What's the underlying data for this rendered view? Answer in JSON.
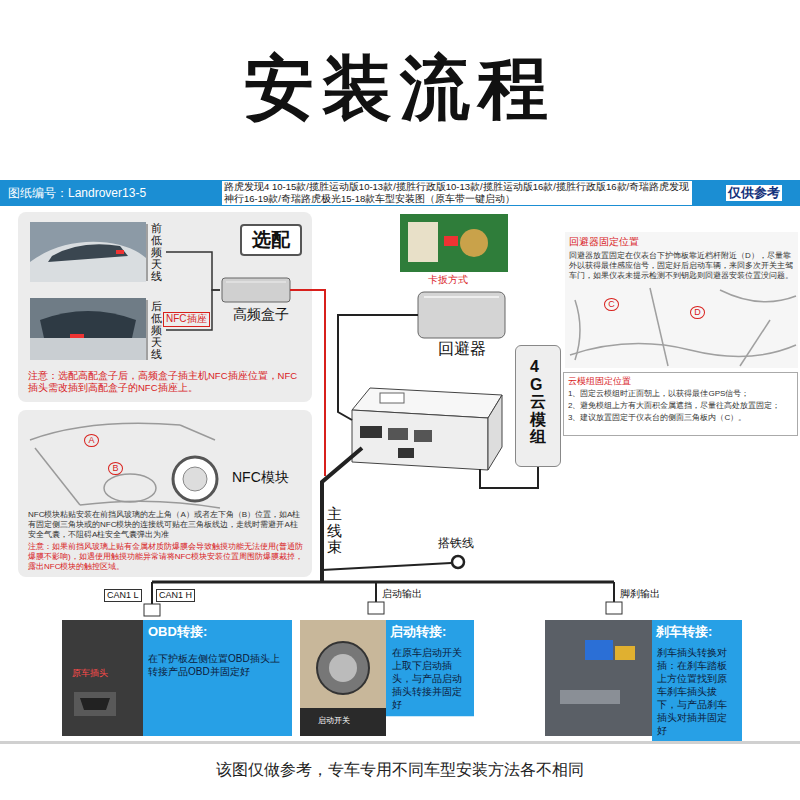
{
  "diagram": {
    "title": "安装流程",
    "caption": "该图仅做参考，专车专用不同车型安装方法各不相同",
    "nodes": [
      {
        "text": [
          "图纸编号：Landrover13-5",
          "路虎发现4 10-15款/揽胜运动版10-13款/揽胜行政版10-13款/揽胜运动版16款/揽胜行政版16款/奇瑞路虎发现神行16-19款/奇瑞路虎极光15-18款车型安装图（原车带一键启动）",
          "仅供参考"
        ]
      },
      {
        "text": [
          "注意：选配高配盒子后，高频盒子插主机NFC插座位置，NFC插头需改插到高配盒子的NFC插座上。"
        ]
      },
      {
        "text": [
          "选配"
        ],
        "in": 1
      },
      {
        "text": [
          "高频盒子"
        ],
        "in": 1
      },
      {
        "text": [
          "前低频天线"
        ],
        "in": 1
      },
      {
        "text": [
          "后低频天线"
        ],
        "in": 1
      },
      {
        "text": [
          "卡扳方式"
        ]
      },
      {
        "text": [
          "回避器"
        ]
      },
      {
        "text": [
          "回避器固定位置",
          "回避器放置固定在仪表台下护饰板靠近档杆附近（D），尽量靠外以获得最佳感应信号，固定好后启动车辆，来回多次开关主驾车门，如果仪表未提示检测不到钥匙则回避器安装位置没问题。"
        ]
      },
      {
        "text": [
          "4G云模组"
        ]
      },
      {
        "text": [
          "云模组固定位置",
          "1、固定云模组时正面朝上，以获得最佳GPS信号；",
          "2、避免模组上方有大面积金属遮挡，尽量往高处放置固定；",
          "3、建议放置固定于仪表台的侧面三角板内（C）。"
        ]
      },
      {
        "text": [
          "NFC模块粘贴安装在前挡风玻璃的左上角（A）或者左下角（B）位置，如A柱有固定侧三角块或的NFC模块的连接线可贴在三角板线边，走线时需避开A柱安全气囊，不阻碍A柱安全气囊弹出为准",
          "注意：如果前挡风玻璃上贴有金属材质防爆膜会导致触摸功能无法使用(普通防爆膜不影响)，如遇使用触摸功能异常请将NFC模块安装位置周围防爆膜裁掉，露出NFC模块的触控区域。"
        ]
      },
      {
        "text": [
          "NFC模块"
        ],
        "in": 11
      },
      {
        "text": [
          "OBD转接:",
          "在下护板左侧位置OBD插头上转接产品OBD并固定好"
        ]
      },
      {
        "text": [
          "启动转接:",
          "在原车启动开关上取下启动插头，与产品启动插头转接并固定好"
        ]
      },
      {
        "text": [
          "刹车转接:",
          "刹车插头转换对插：在刹车踏板上方位置找到原车刹车插头拔下，与产品刹车插头对插并固定好"
        ]
      }
    ],
    "edges": [
      {
        "from": 4,
        "to": 3,
        "arrow": "none"
      },
      {
        "from": 5,
        "to": 3,
        "arrow": "none"
      }
    ],
    "labels": [
      "NFC插座",
      "A",
      "B",
      "C",
      "D",
      "主线束",
      "搭铁线",
      "CAN1 L",
      "CAN1 H",
      "启动输出",
      "脚刹输出",
      "原车插头",
      "启动开关"
    ]
  }
}
